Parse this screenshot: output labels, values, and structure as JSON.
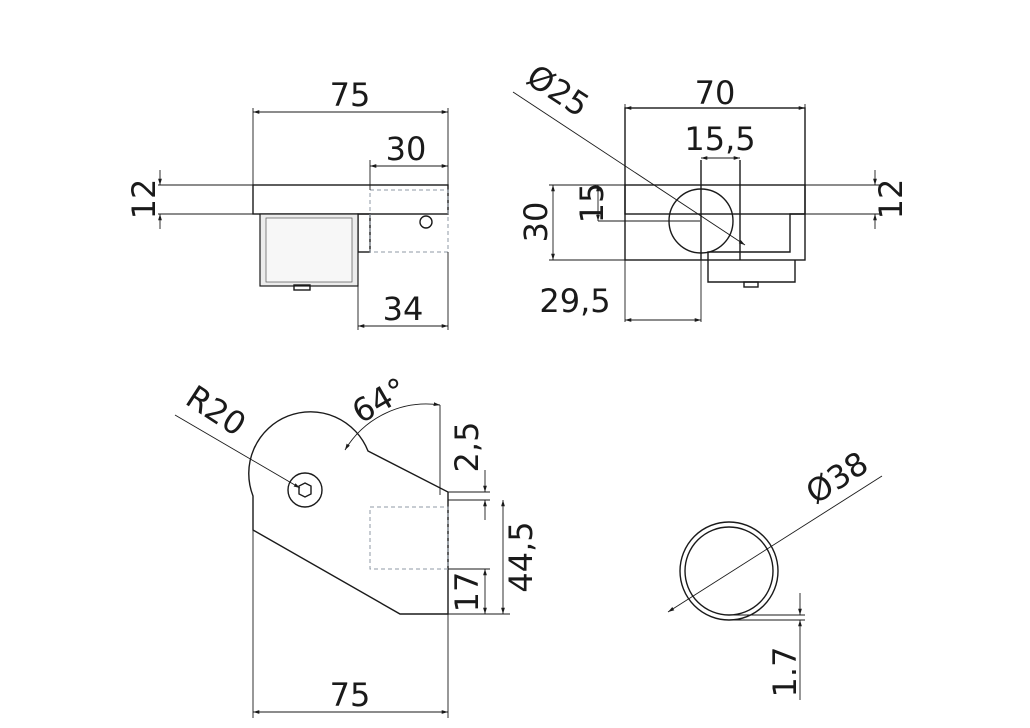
{
  "drawing": {
    "front_view": {
      "dim_overall_width": "75",
      "dim_slot_width": "30",
      "dim_top_thickness": "12",
      "dim_bottom_width": "34"
    },
    "side_view": {
      "dim_diameter": "Ø25",
      "dim_overall_width": "70",
      "dim_inner_width": "15,5",
      "dim_left_offset": "29,5",
      "dim_height": "30",
      "dim_hole": "15",
      "dim_top_thickness": "12"
    },
    "bottom_view": {
      "dim_radius": "R20",
      "dim_angle": "64°",
      "dim_small": "2,5",
      "dim_slot_height": "44,5",
      "dim_slot_offset": "17",
      "dim_overall_width": "75"
    },
    "tube_section": {
      "dim_diameter": "Ø38",
      "dim_wall": "1.7"
    }
  },
  "colors": {
    "line": "#1a1a1a",
    "hidden_line": "#8f9aa6",
    "fill": "#ececec"
  }
}
